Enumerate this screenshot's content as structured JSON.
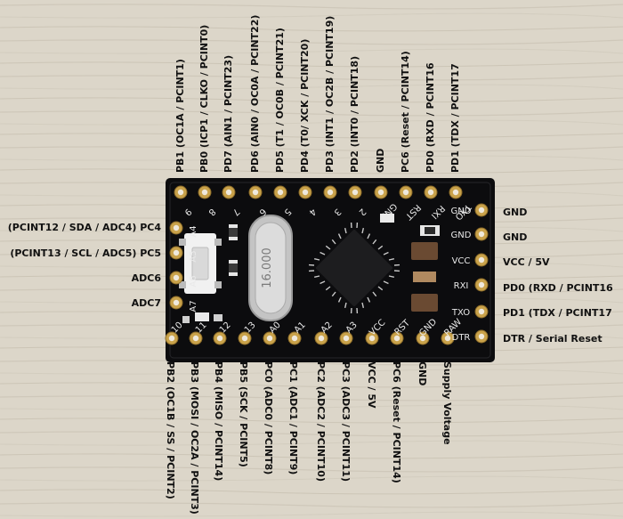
{
  "top_pins": [
    {
      "label": "PB1 (OC1A / PCINT1)",
      "silk": "9"
    },
    {
      "label": "PB0 (ICP1 / CLKO / PCINT0)",
      "silk": "8"
    },
    {
      "label": "PD7 (AIN1 / PCINT23)",
      "silk": "7"
    },
    {
      "label": "PD6 (AIN0 / OC0A / PCINT22)",
      "silk": "6"
    },
    {
      "label": "PD5 (T1 / OC0B / PCINT21)",
      "silk": "5"
    },
    {
      "label": "PD4 (T0/ XCK / PCINT20)",
      "silk": "4"
    },
    {
      "label": "PD3 (INT1 / OC2B / PCINT19)",
      "silk": "3"
    },
    {
      "label": "PD2 (INT0 / PCINT18)",
      "silk": "2"
    },
    {
      "label": "GND",
      "silk": "GND"
    },
    {
      "label": "PC6 (Reset / PCINT14)",
      "silk": "RST"
    },
    {
      "label": "PD0 (RXD / PCINT16",
      "silk": "RXI"
    },
    {
      "label": "PD1 (TDX / PCINT17",
      "silk": "TXO"
    }
  ],
  "bottom_pins": [
    {
      "label": "PB2 (OC1B / SS / PCINT2)",
      "silk": "10"
    },
    {
      "label": "PB3 (MOSI / OC2A / PCINT3)",
      "silk": "11"
    },
    {
      "label": "PB4 (MISO / PCINT14)",
      "silk": "12"
    },
    {
      "label": "PB5 (SCK / PCINT5)",
      "silk": "13"
    },
    {
      "label": "PC0 (ADC0 / PCINT8)",
      "silk": "A0"
    },
    {
      "label": "PC1 (ADC1 / PCINT9)",
      "silk": "A1"
    },
    {
      "label": "PC2 (ADC2 / PCINT10)",
      "silk": "A2"
    },
    {
      "label": "PC3 (ADC3 / PCINT11)",
      "silk": "A3"
    },
    {
      "label": "VCC / 5V",
      "silk": "VCC"
    },
    {
      "label": "PC6 (Reset / PCINT14)",
      "silk": "RST"
    },
    {
      "label": "GND",
      "silk": "GND"
    },
    {
      "label": "Supply Voltage",
      "silk": "RAW"
    }
  ],
  "left_pins": [
    {
      "label": "(PCINT12 / SDA / ADC4) PC4",
      "silk": "A4"
    },
    {
      "label": "(PCINT13 / SCL / ADC5) PC5",
      "silk": "A5"
    },
    {
      "label": "ADC6",
      "silk": "A6"
    },
    {
      "label": "ADC7",
      "silk": "A7"
    }
  ],
  "right_pins": [
    {
      "label": "GND",
      "silk": "GND"
    },
    {
      "label": "GND",
      "silk": "GND"
    },
    {
      "label": "VCC / 5V",
      "silk": "VCC"
    },
    {
      "label": "PD0 (RXD / PCINT16",
      "silk": "RXI"
    },
    {
      "label": "PD1 (TDX / PCINT17",
      "silk": "TXO"
    },
    {
      "label": "DTR / Serial Reset",
      "silk": "DTR"
    }
  ],
  "crystal_marking": "16.000",
  "colors": {
    "background": "#dcd6c9",
    "pcb": "#0c0c0e",
    "pad": "#c9a24a",
    "label": "#111111",
    "silkscreen": "#e9e9e9"
  }
}
